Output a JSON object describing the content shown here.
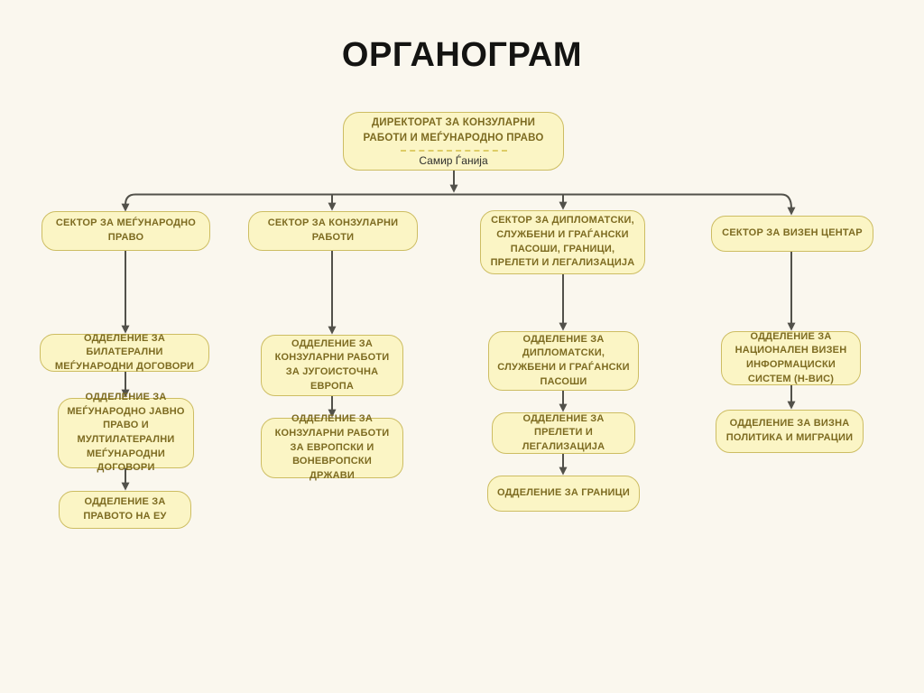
{
  "title": "ОРГАНОГРАМ",
  "root": {
    "label": "ДИРЕКТОРАТ ЗА КОНЗУЛАРНИ РАБОТИ И МЕЃУНАРОДНО ПРАВО",
    "person": "Самир Ѓанија"
  },
  "sectors": [
    {
      "label": "СЕКТОР ЗА МЕЃУНАРОДНО ПРАВО",
      "departments": [
        "ОДДЕЛЕНИЕ ЗА БИЛАТЕРАЛНИ МЕЃУНАРОДНИ ДОГОВОРИ",
        "ОДДЕЛЕНИЕ ЗА МЕЃУНАРОДНО ЈАВНО ПРАВО И МУЛТИЛАТЕРАЛНИ МЕЃУНАРОДНИ ДОГОВОРИ",
        "ОДДЕЛЕНИЕ ЗА ПРАВОТО НА ЕУ"
      ]
    },
    {
      "label": "СЕКТОР ЗА КОНЗУЛАРНИ РАБОТИ",
      "departments": [
        "ОДДЕЛЕНИЕ ЗА КОНЗУЛАРНИ РАБОТИ ЗА ЈУГОИСТОЧНА ЕВРОПА",
        "ОДДЕЛЕНИЕ ЗА КОНЗУЛАРНИ РАБОТИ ЗА ЕВРОПСКИ И ВОНЕВРОПСКИ ДРЖАВИ"
      ]
    },
    {
      "label": "СЕКТОР ЗА ДИПЛОМАТСКИ, СЛУЖБЕНИ И ГРАЃАНСКИ ПАСОШИ, ГРАНИЦИ, ПРЕЛЕТИ И ЛЕГАЛИЗАЦИЈА",
      "departments": [
        "ОДДЕЛЕНИЕ ЗА ДИПЛОМАТСКИ, СЛУЖБЕНИ И ГРАЃАНСКИ ПАСОШИ",
        "ОДДЕЛЕНИЕ ЗА ПРЕЛЕТИ И ЛЕГАЛИЗАЦИЈА",
        "ОДДЕЛЕНИЕ ЗА ГРАНИЦИ"
      ]
    },
    {
      "label": "СЕКТОР ЗА ВИЗЕН ЦЕНТАР",
      "departments": [
        "ОДДЕЛЕНИЕ ЗА НАЦИОНАЛЕН ВИЗЕН ИНФОРМАЦИСКИ СИСТЕМ (Н-ВИС)",
        "ОДДЕЛЕНИЕ ЗА ВИЗНА ПОЛИТИКА И МИГРАЦИИ"
      ]
    }
  ],
  "colors": {
    "background": "#FAF7EE",
    "node_fill": "#FBF5C5",
    "node_border": "#CDBD62",
    "node_text": "#7D6B21",
    "connector": "#52514A",
    "title_text": "#141412",
    "divider_dash": "#DDCC66",
    "person_text": "#2F2F2C"
  }
}
